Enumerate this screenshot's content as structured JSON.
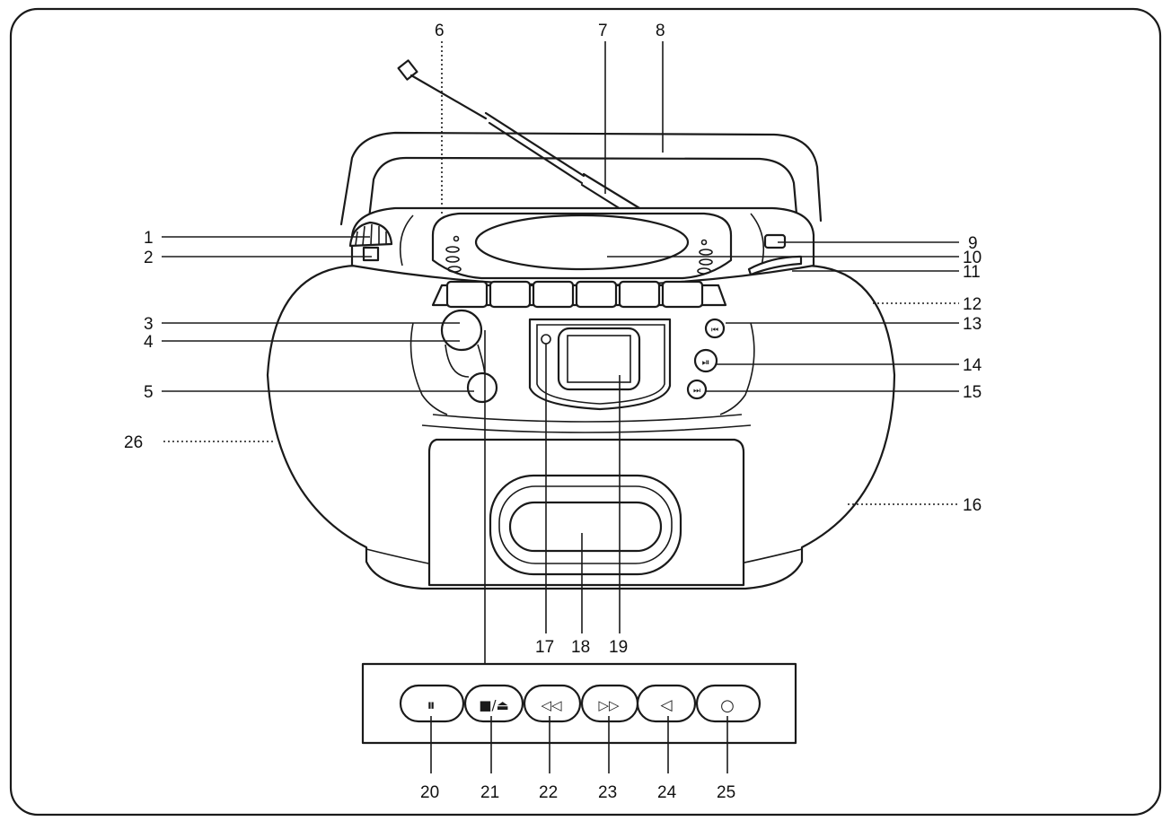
{
  "diagram": {
    "callouts": {
      "c1": "1",
      "c2": "2",
      "c3": "3",
      "c4": "4",
      "c5": "5",
      "c6": "6",
      "c7": "7",
      "c8": "8",
      "c9": "9",
      "c10": "10",
      "c11": "11",
      "c12": "12",
      "c13": "13",
      "c14": "14",
      "c15": "15",
      "c16": "16",
      "c17": "17",
      "c18": "18",
      "c19": "19",
      "c20": "20",
      "c21": "21",
      "c22": "22",
      "c23": "23",
      "c24": "24",
      "c25": "25",
      "c26": "26"
    },
    "button_symbols": {
      "pause": "⏸",
      "stop_eject": "■/⏏",
      "rewind": "◁◁",
      "fast_forward": "▷▷",
      "play": "◁",
      "record": "○"
    },
    "stroke_color": "#1a1a1a",
    "background_color": "#ffffff"
  }
}
